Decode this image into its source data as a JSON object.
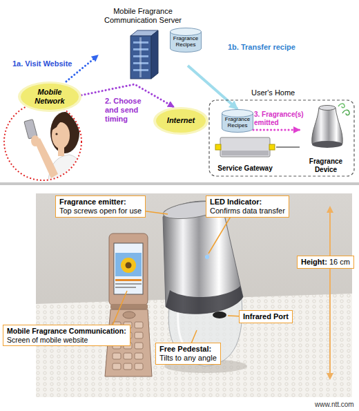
{
  "diagram": {
    "nodes": [
      {
        "text": [
          "Mobile Fragrance Communication Server"
        ]
      },
      {
        "text": [
          "Fragrance Recipes"
        ]
      },
      {
        "text": [
          "Mobile Network"
        ]
      },
      {
        "text": [
          "Internet"
        ]
      },
      {
        "text": [
          "User's Home"
        ]
      },
      {
        "text": [
          "Fragrance Recipes"
        ],
        "in": 4
      },
      {
        "text": [
          "Service Gateway"
        ],
        "in": 4
      },
      {
        "text": [
          "Fragrance Device"
        ],
        "in": 4
      },
      {
        "text": [
          "Fragrance emitter:",
          "Top screws open for use"
        ]
      },
      {
        "text": [
          "LED Indicator:",
          "Confirms data transfer"
        ]
      },
      {
        "text": [
          "Height:",
          "16 cm"
        ]
      },
      {
        "text": [
          "Infrared Port"
        ]
      },
      {
        "text": [
          "Mobile Fragrance Communication:",
          "Screen of mobile website"
        ]
      },
      {
        "text": [
          "Free Pedestal:",
          "Tilts to any angle"
        ]
      }
    ],
    "edges": [
      {
        "from": 2,
        "to": 0,
        "arrow": "to",
        "label": "1a. Visit Website"
      },
      {
        "from": 2,
        "to": 3,
        "arrow": "to",
        "label": "2. Choose and send timing"
      },
      {
        "from": 0,
        "to": 5,
        "arrow": "to",
        "label": "1b. Transfer recipe"
      },
      {
        "from": 5,
        "to": 7,
        "arrow": "to",
        "label": "3. Fragrance(s) emitted"
      },
      {
        "from": 6,
        "to": 7,
        "arrow": "none"
      }
    ],
    "labels": [
      "www.ntt.com"
    ]
  }
}
